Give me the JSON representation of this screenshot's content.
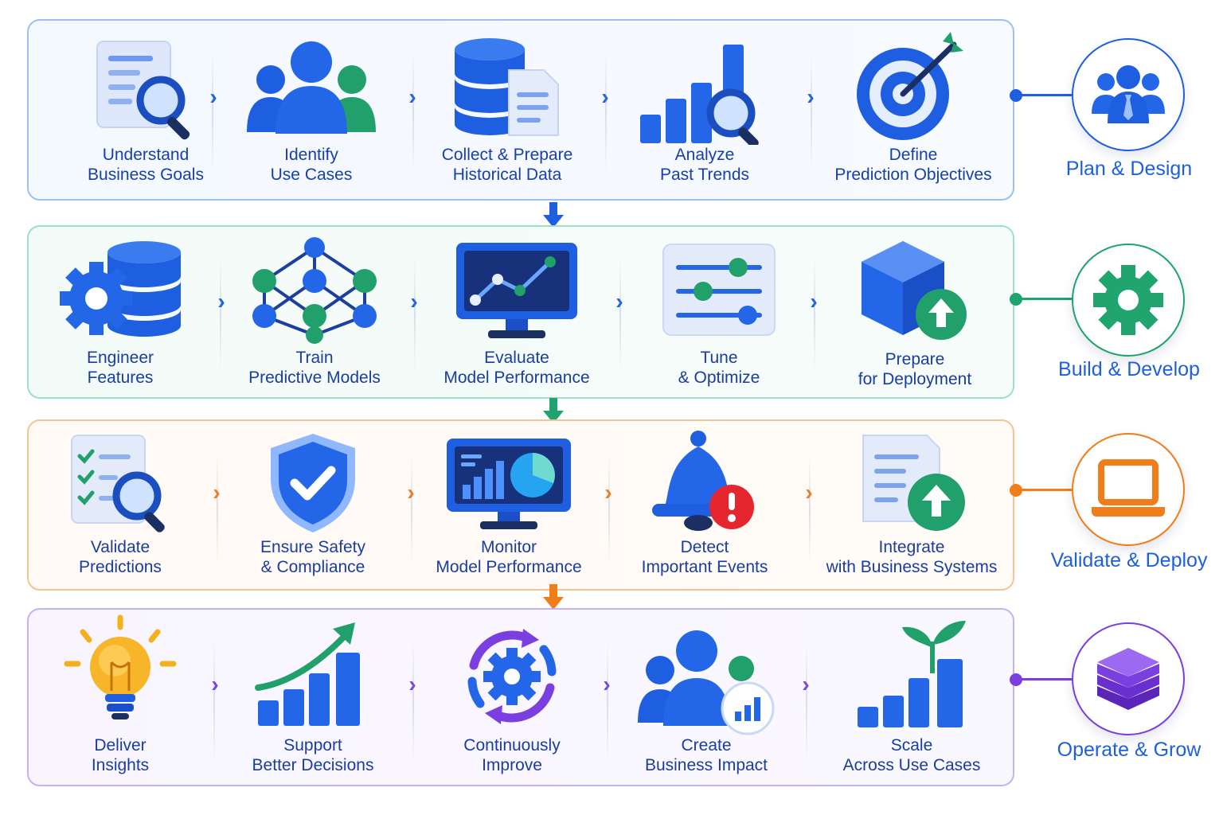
{
  "stages": [
    {
      "phase": "Plan & Design",
      "color": "#1d5fe0",
      "steps": [
        {
          "line1": "Understand",
          "line2": "Business Goals",
          "icon": "document-search-icon"
        },
        {
          "line1": "Identify",
          "line2": "Use Cases",
          "icon": "people-group-icon"
        },
        {
          "line1": "Collect & Prepare",
          "line2": "Historical Data",
          "icon": "database-document-icon"
        },
        {
          "line1": "Analyze",
          "line2": "Past Trends",
          "icon": "bar-chart-search-icon"
        },
        {
          "line1": "Define",
          "line2": "Prediction Objectives",
          "icon": "target-arrow-icon"
        }
      ]
    },
    {
      "phase": "Build & Develop",
      "color": "#20a36f",
      "steps": [
        {
          "line1": "Engineer",
          "line2": "Features",
          "icon": "gear-database-icon"
        },
        {
          "line1": "Train",
          "line2": "Predictive Models",
          "icon": "neural-network-icon"
        },
        {
          "line1": "Evaluate",
          "line2": "Model Performance",
          "icon": "monitor-line-chart-icon"
        },
        {
          "line1": "Tune",
          "line2": "& Optimize",
          "icon": "sliders-icon"
        },
        {
          "line1": "Prepare",
          "line2": "for Deployment",
          "icon": "cube-upload-icon"
        }
      ]
    },
    {
      "phase": "Validate & Deploy",
      "color": "#f07d1a",
      "steps": [
        {
          "line1": "Validate",
          "line2": "Predictions",
          "icon": "checklist-search-icon"
        },
        {
          "line1": "Ensure Safety",
          "line2": "& Compliance",
          "icon": "shield-check-icon"
        },
        {
          "line1": "Monitor",
          "line2": "Model Performance",
          "icon": "monitor-dashboard-icon"
        },
        {
          "line1": "Detect",
          "line2": "Important Events",
          "icon": "bell-alert-icon"
        },
        {
          "line1": "Integrate",
          "line2": "with Business Systems",
          "icon": "document-upload-icon"
        }
      ]
    },
    {
      "phase": "Operate & Grow",
      "color": "#7b3fe0",
      "steps": [
        {
          "line1": "Deliver",
          "line2": "Insights",
          "icon": "lightbulb-icon"
        },
        {
          "line1": "Support",
          "line2": "Better Decisions",
          "icon": "growth-chart-icon"
        },
        {
          "line1": "Continuously",
          "line2": "Improve",
          "icon": "gear-cycle-icon"
        },
        {
          "line1": "Create",
          "line2": "Business Impact",
          "icon": "people-chart-icon"
        },
        {
          "line1": "Scale",
          "line2": "Across Use Cases",
          "icon": "plant-chart-icon"
        }
      ]
    }
  ],
  "colors": {
    "blue": "#1d5fe0",
    "green": "#20a36f",
    "orange": "#f07d1a",
    "purple": "#7b3fe0",
    "label": "#1740a8"
  }
}
